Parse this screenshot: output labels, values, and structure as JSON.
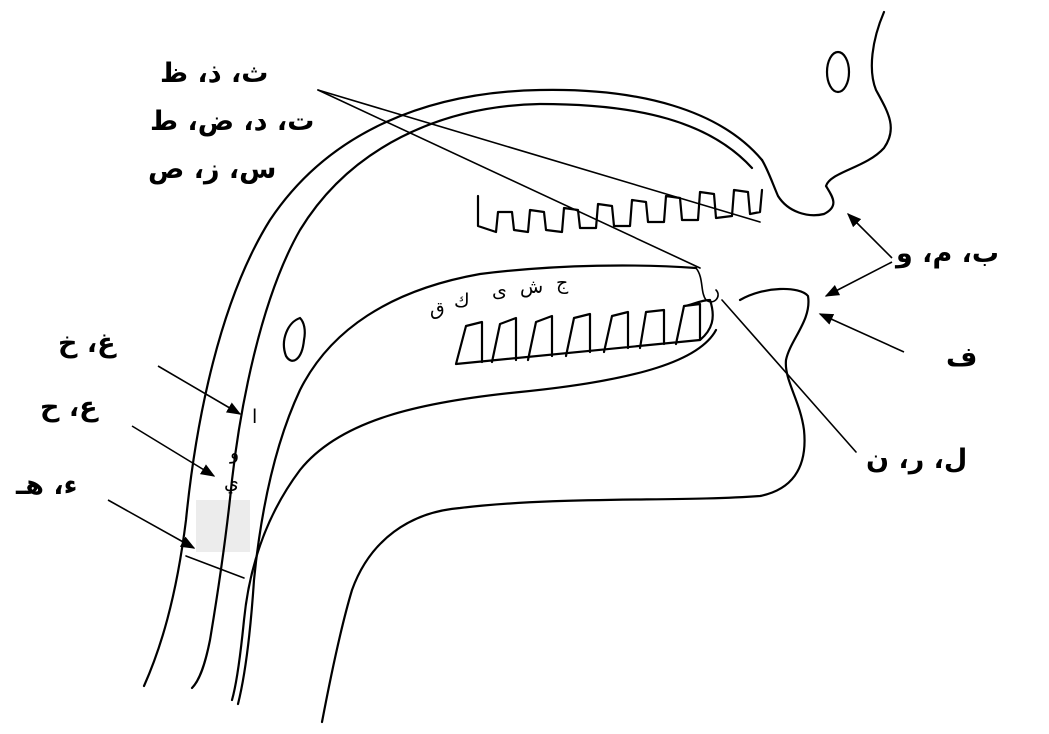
{
  "labels": {
    "interdental": "ث، ذ، ظ",
    "alveolar_stops": "ت، د، ض، ط",
    "alveolar_fricatives": "س، ز، ص",
    "bilabial": "ب، م، و",
    "labiodental": "ف",
    "alveolar_liquids": "ل، ر، ن",
    "uvular": "غ، خ",
    "pharyngeal": "ع، ح",
    "glottal": "ء، هـ"
  },
  "tongue_letters": {
    "jim": "ج",
    "shin": "ش",
    "ya": "ى",
    "kaf": "ك",
    "qaf": "ق"
  },
  "vowel_letters": {
    "alif": "ا",
    "waw": "و",
    "ya": "ي"
  }
}
